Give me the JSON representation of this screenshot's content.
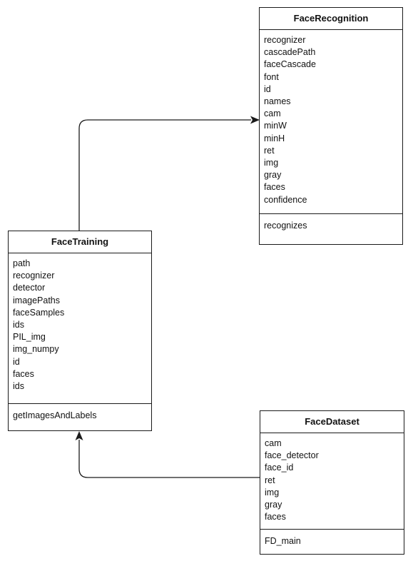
{
  "diagram": {
    "classes": [
      {
        "id": "face-recognition",
        "name": "FaceRecognition",
        "attributes": [
          "recognizer",
          "cascadePath",
          "faceCascade",
          "font",
          "id",
          "names",
          "cam",
          "minW",
          "minH",
          "ret",
          "img",
          "gray",
          "faces",
          "confidence"
        ],
        "methods": [
          "recognizes"
        ]
      },
      {
        "id": "face-training",
        "name": "FaceTraining",
        "attributes": [
          "path",
          "recognizer",
          "detector",
          "imagePaths",
          "faceSamples",
          "ids",
          "PIL_img",
          "img_numpy",
          "id",
          "faces",
          "ids"
        ],
        "methods": [
          "getImagesAndLabels"
        ]
      },
      {
        "id": "face-dataset",
        "name": "FaceDataset",
        "attributes": [
          "cam",
          "face_detector",
          "face_id",
          "ret",
          "img",
          "gray",
          "faces"
        ],
        "methods": [
          "FD_main"
        ]
      }
    ],
    "connectors": [
      {
        "from": "face-training",
        "to": "face-recognition"
      },
      {
        "from": "face-dataset",
        "to": "face-training"
      }
    ],
    "colors": {
      "line": "#1a1a1a",
      "box_fill": "#ffffff"
    }
  }
}
